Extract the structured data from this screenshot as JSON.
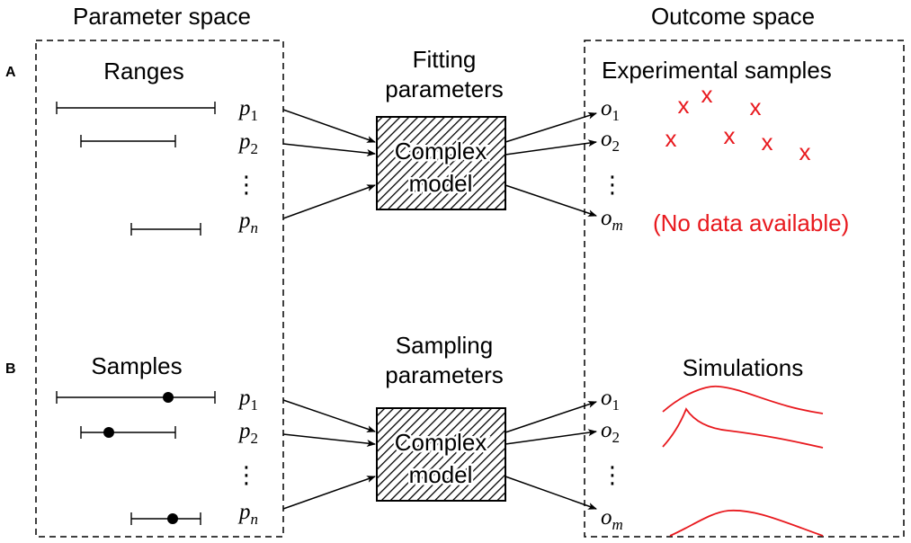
{
  "headers": {
    "parameter_space": "Parameter space",
    "outcome_space": "Outcome space"
  },
  "panel_a": {
    "letter": "A",
    "left_title": "Ranges",
    "middle_title_line1": "Fitting",
    "middle_title_line2": "parameters",
    "model_line1": "Complex",
    "model_line2": "model",
    "right_title": "Experimental samples",
    "no_data_note": "(No data available)",
    "marker_symbol": "x"
  },
  "panel_b": {
    "letter": "B",
    "left_title": "Samples",
    "middle_title_line1": "Sampling",
    "middle_title_line2": "parameters",
    "model_line1": "Complex",
    "model_line2": "model",
    "right_title": "Simulations"
  },
  "params": {
    "p1": "p",
    "p1_sub": "1",
    "p2": "p",
    "p2_sub": "2",
    "pn": "p",
    "pn_sub": "n",
    "dots": "⋮"
  },
  "outcomes": {
    "o1": "o",
    "o1_sub": "1",
    "o2": "o",
    "o2_sub": "2",
    "om": "o",
    "om_sub": "m",
    "dots": "⋮"
  },
  "colors": {
    "ink": "#000000",
    "accent": "#e8191e"
  }
}
